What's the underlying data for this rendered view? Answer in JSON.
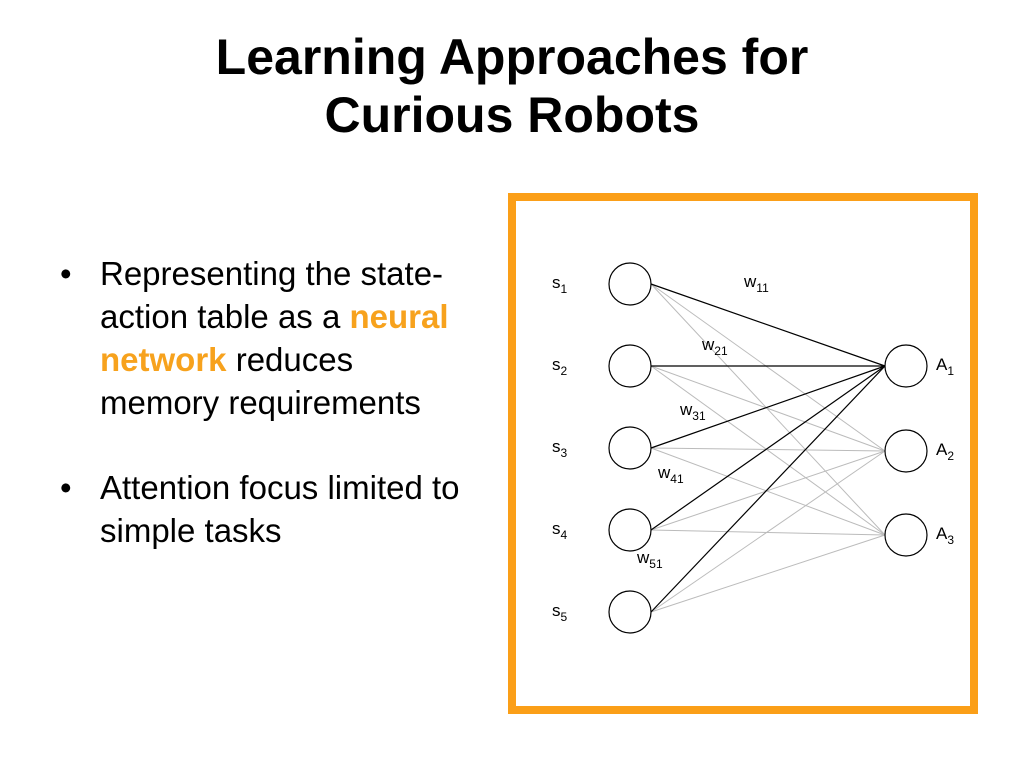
{
  "title": {
    "line1": "Learning Approaches for",
    "line2": "Curious Robots"
  },
  "bullets": [
    {
      "symbol": "•",
      "text_before": "Representing the state-action table as a ",
      "highlight": "neural network",
      "text_after": " reduces memory requirements"
    },
    {
      "symbol": "•",
      "text_before": "Attention focus limited to simple tasks",
      "highlight": "",
      "text_after": ""
    }
  ],
  "colors": {
    "highlight": "#f7a21d",
    "frame": "#fb9f18",
    "strong_edge": "#000000",
    "weak_edge": "#bbbbbb"
  },
  "network": {
    "inputs": [
      {
        "base": "s",
        "sub": "1"
      },
      {
        "base": "s",
        "sub": "2"
      },
      {
        "base": "s",
        "sub": "3"
      },
      {
        "base": "s",
        "sub": "4"
      },
      {
        "base": "s",
        "sub": "5"
      }
    ],
    "outputs": [
      {
        "base": "A",
        "sub": "1"
      },
      {
        "base": "A",
        "sub": "2"
      },
      {
        "base": "A",
        "sub": "3"
      }
    ],
    "weights": [
      {
        "base": "w",
        "sub": "11"
      },
      {
        "base": "w",
        "sub": "21"
      },
      {
        "base": "w",
        "sub": "31"
      },
      {
        "base": "w",
        "sub": "41"
      },
      {
        "base": "w",
        "sub": "51"
      }
    ],
    "highlighted_output": 1
  }
}
